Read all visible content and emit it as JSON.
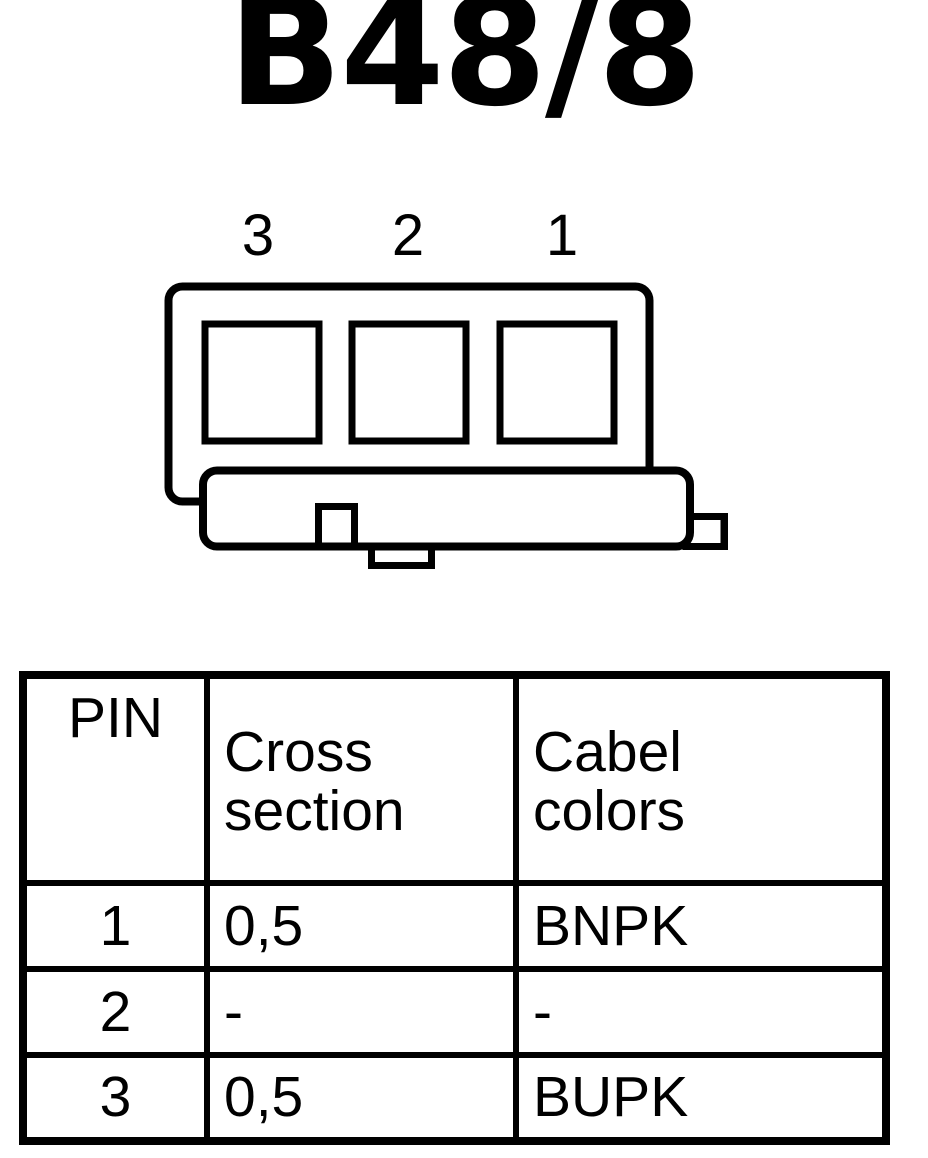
{
  "title": "B48/8",
  "connector": {
    "pin_labels": [
      "3",
      "2",
      "1"
    ],
    "cavity_count": 3,
    "stroke_color": "#000000",
    "fill_color": "#ffffff"
  },
  "table": {
    "headers": {
      "pin": "PIN",
      "cross_section": "Cross\nsection",
      "cable_colors": "Cabel\ncolors"
    },
    "rows": [
      {
        "pin": "1",
        "cross_section": "0,5",
        "cable_colors": "BNPK"
      },
      {
        "pin": "2",
        "cross_section": "-",
        "cable_colors": "-"
      },
      {
        "pin": "3",
        "cross_section": "0,5",
        "cable_colors": "BUPK"
      }
    ]
  }
}
